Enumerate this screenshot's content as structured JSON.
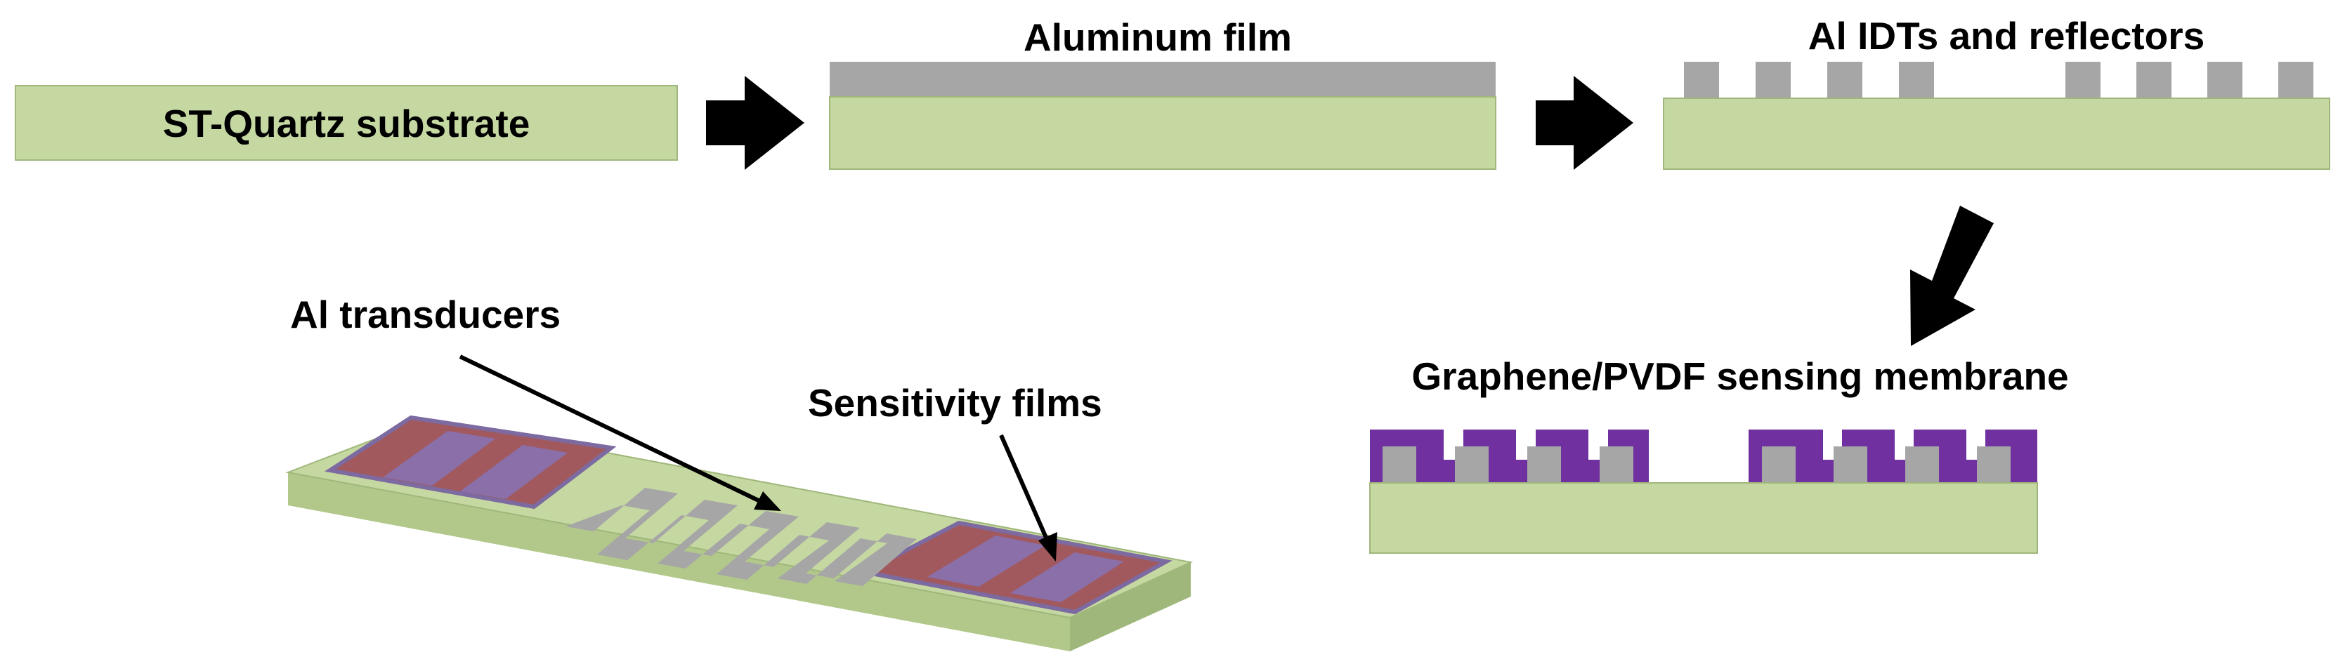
{
  "labels": {
    "substrate": "ST-Quartz substrate",
    "aluminum_film": "Aluminum film",
    "idts": "Al IDTs and reflectors",
    "membrane": "Graphene/PVDF sensing membrane",
    "transducers": "Al transducers",
    "sensitivity": "Sensitivity films"
  },
  "colors": {
    "substrate": "#c5d8a2",
    "substrate_side": "#b1c88a",
    "substrate_front": "#9fb77a",
    "aluminum": "#a6a6a6",
    "membrane": "#7030a0",
    "film_red": "#a2595d",
    "film_purple": "#8a6fa8",
    "arrow": "#000000"
  }
}
